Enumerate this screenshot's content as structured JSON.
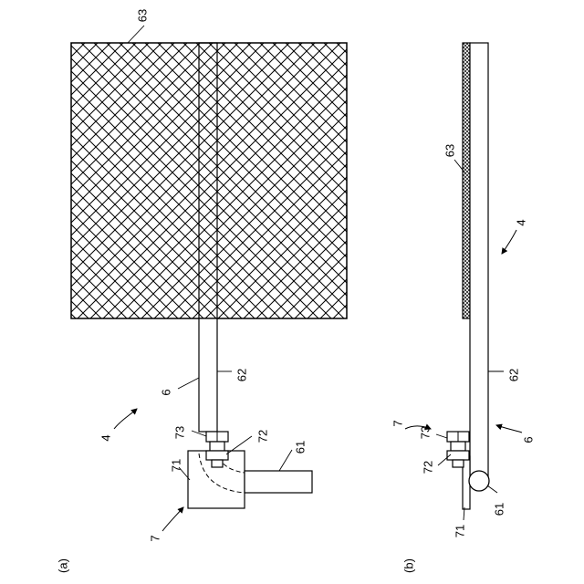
{
  "panels": {
    "a": {
      "caption": "(a)"
    },
    "b": {
      "caption": "(b)"
    }
  },
  "labels": {
    "a_63": "63",
    "a_62": "62",
    "a_6": "6",
    "a_4": "4",
    "a_73": "73",
    "a_72": "72",
    "a_71": "71",
    "a_61": "61",
    "a_7": "7",
    "b_63": "63",
    "b_4": "4",
    "b_62": "62",
    "b_6": "6",
    "b_73": "73",
    "b_7": "7",
    "b_72": "72",
    "b_71": "71",
    "b_61": "61"
  }
}
